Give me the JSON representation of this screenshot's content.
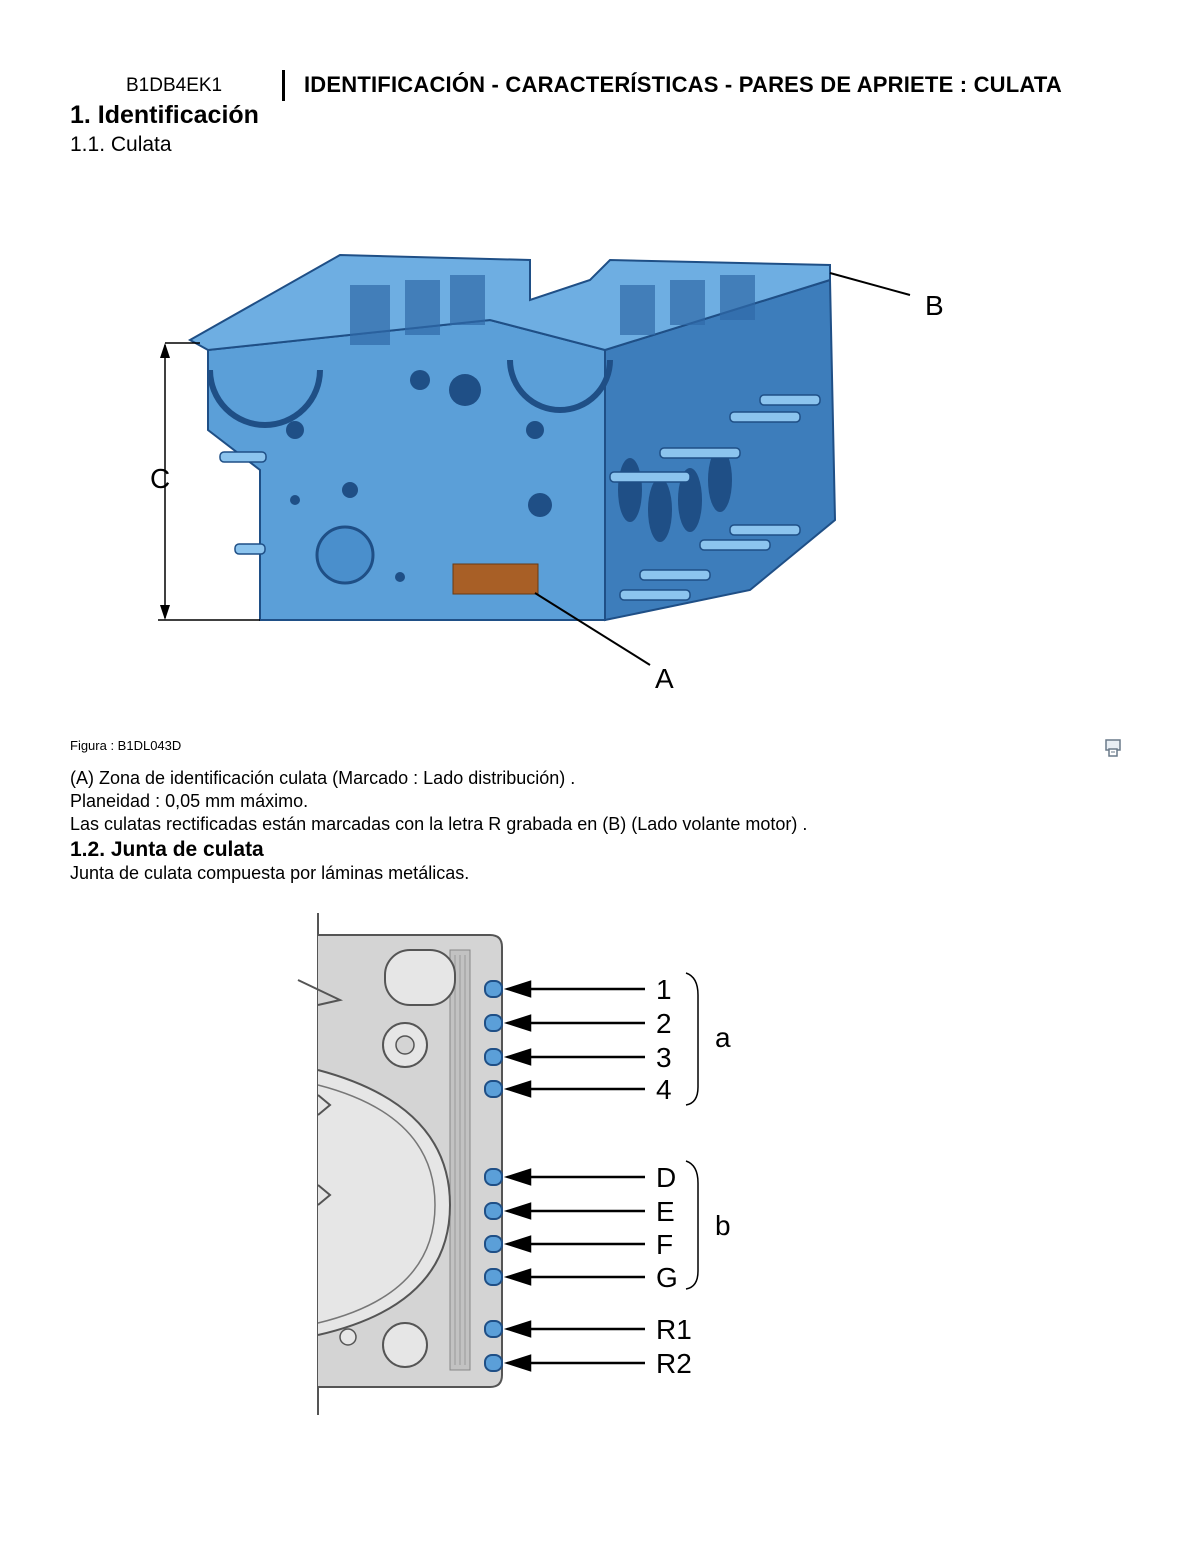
{
  "header": {
    "code": "B1DB4EK1",
    "title": "IDENTIFICACIÓN - CARACTERÍSTICAS - PARES DE APRIETE : CULATA"
  },
  "section1": {
    "heading": "1. Identificación",
    "sub1": {
      "heading": "1.1. Culata",
      "figure": {
        "labels": {
          "A": "A",
          "B": "B",
          "C": "C"
        },
        "colors": {
          "body": "#5b9fd8",
          "shade": "#3d7dbb",
          "dark": "#1f4f86",
          "mark": "#a85f26"
        }
      },
      "caption": "Figura : B1DL043D",
      "text": [
        "(A) Zona de identificación culata (Marcado : Lado distribución) .",
        "Planeidad : 0,05 mm máximo.",
        "Las culatas rectificadas están marcadas con la letra R grabada en (B) (Lado volante motor) ."
      ]
    },
    "sub2": {
      "heading": "1.2. Junta de culata",
      "text": "Junta de culata compuesta por láminas metálicas.",
      "figure": {
        "labels": [
          "1",
          "2",
          "3",
          "4",
          "D",
          "E",
          "F",
          "G",
          "R1",
          "R2"
        ],
        "group_a": "a",
        "group_b": "b",
        "colors": {
          "gasket": "#d4d4d4",
          "tab": "#5b9fd8"
        }
      }
    }
  },
  "icons": {
    "print": "print-icon"
  }
}
